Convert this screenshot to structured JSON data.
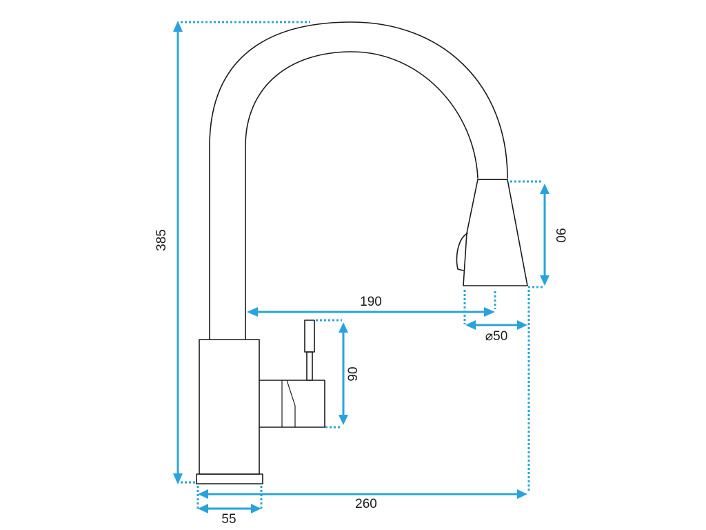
{
  "dimensions": {
    "total_height": "385",
    "spray_head_height": "90",
    "spout_reach": "190",
    "spray_head_diameter": "⌀50",
    "lever_height": "90",
    "total_length": "260",
    "base_diameter": "55"
  },
  "colors": {
    "dimension_line": "#29a3dc",
    "outline": "#1a1a1a",
    "background": "#ffffff"
  }
}
